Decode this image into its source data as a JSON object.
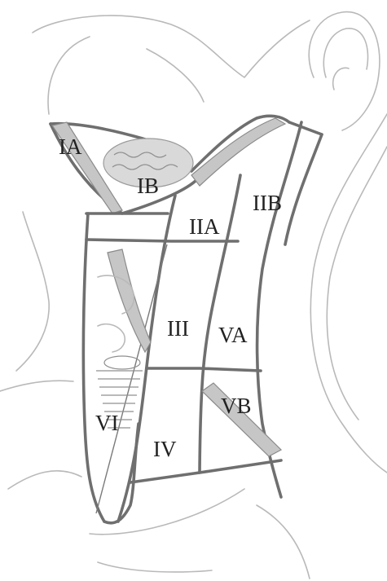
{
  "diagram": {
    "labels": {
      "ia": "IA",
      "ib": "IB",
      "iia": "IIA",
      "iib": "IIB",
      "iii": "III",
      "va": "VA",
      "vb": "VB",
      "iv": "IV",
      "vi": "VI"
    }
  }
}
